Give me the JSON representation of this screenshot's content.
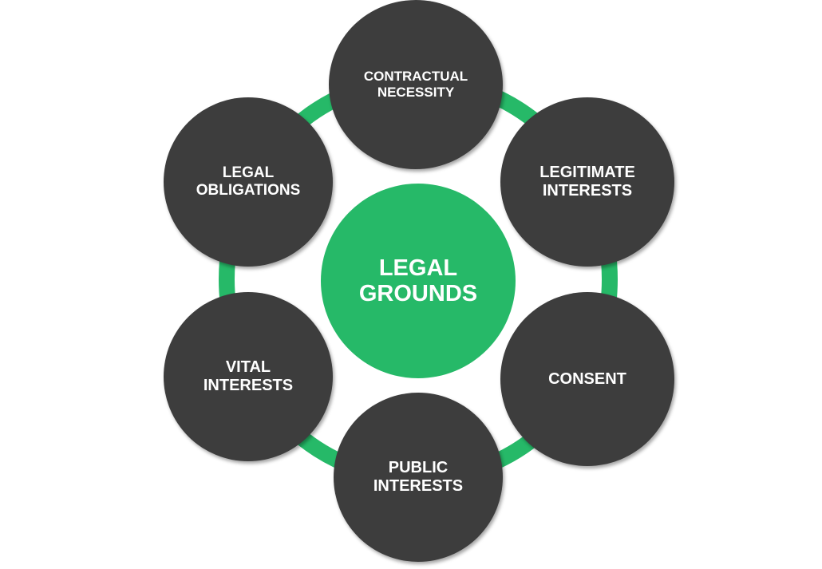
{
  "diagram": {
    "center": {
      "label_line1": "LEGAL",
      "label_line2": "GROUNDS"
    },
    "nodes": [
      {
        "id": "contractual-necessity",
        "line1": "CONTRACTUAL",
        "line2": "NECESSITY"
      },
      {
        "id": "legitimate-interests",
        "line1": "LEGITIMATE",
        "line2": "INTERESTS"
      },
      {
        "id": "consent",
        "line1": "CONSENT",
        "line2": ""
      },
      {
        "id": "public-interests",
        "line1": "PUBLIC",
        "line2": "INTERESTS"
      },
      {
        "id": "vital-interests",
        "line1": "VITAL",
        "line2": "INTERESTS"
      },
      {
        "id": "legal-obligations",
        "line1": "LEGAL",
        "line2": "OBLIGATIONS"
      }
    ],
    "colors": {
      "ring": "#26b968",
      "center_fill": "#26b968",
      "node_fill": "#3d3d3d",
      "text": "#ffffff"
    }
  }
}
